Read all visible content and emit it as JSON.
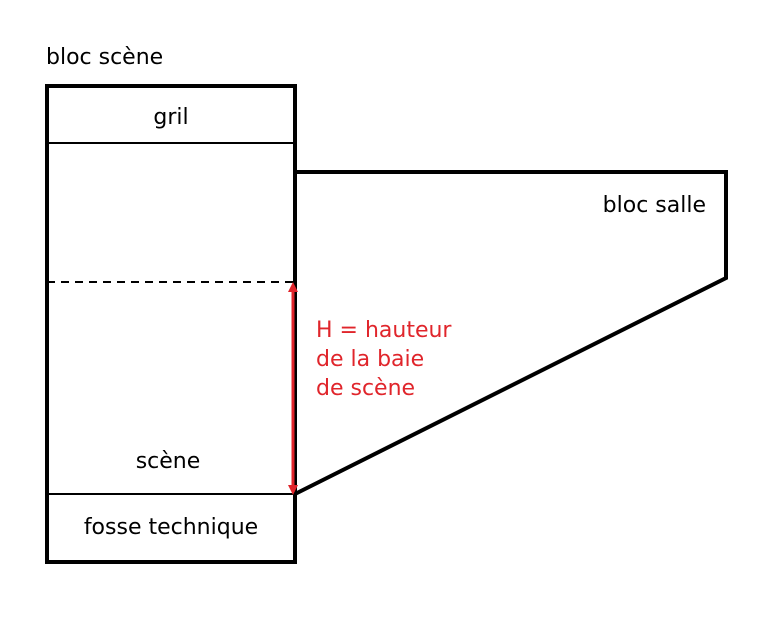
{
  "labels": {
    "bloc_scene": "bloc scène",
    "gril": "gril",
    "bloc_salle": "bloc salle",
    "scene": "scène",
    "fosse_technique": "fosse technique"
  },
  "annotation": {
    "lines": [
      "H = hauteur",
      "de la baie",
      "de scène"
    ]
  },
  "colors": {
    "ink": "#000000",
    "accent": "#e0252b",
    "background": "#ffffff"
  }
}
